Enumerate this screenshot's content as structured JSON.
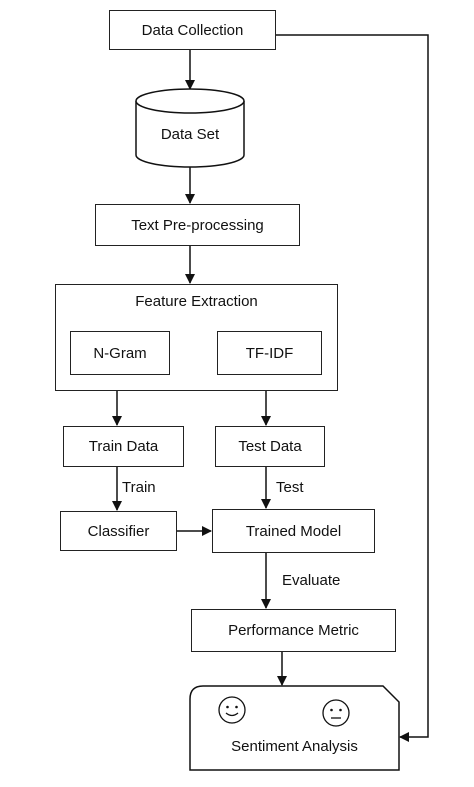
{
  "nodes": {
    "data_collection": "Data Collection",
    "data_set": "Data Set",
    "text_preprocessing": "Text Pre-processing",
    "feature_extraction": "Feature Extraction",
    "ngram": "N-Gram",
    "tfidf": "TF-IDF",
    "train_data": "Train Data",
    "test_data": "Test Data",
    "classifier": "Classifier",
    "trained_model": "Trained Model",
    "performance_metric": "Performance Metric",
    "sentiment_analysis": "Sentiment Analysis"
  },
  "edge_labels": {
    "train": "Train",
    "test": "Test",
    "evaluate": "Evaluate"
  },
  "icons": [
    "happy-face-icon",
    "neutral-face-icon"
  ]
}
